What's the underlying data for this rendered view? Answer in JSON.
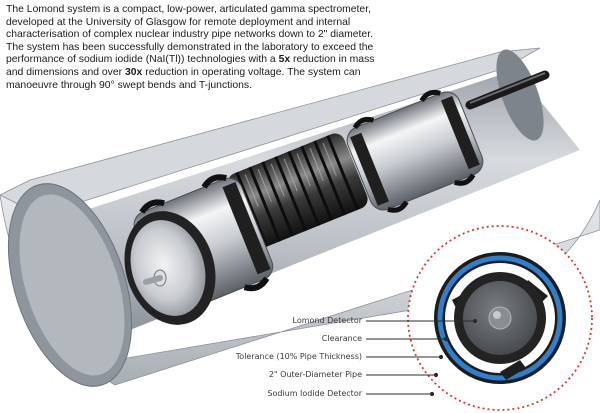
{
  "description": {
    "part1": "The Lomond system is a compact, low-power, articulated gamma spectrometer, developed at the University of Glasgow for remote deployment and internal characterisation of complex nuclear industry pipe networks down to 2\" diameter.  The system has been successfully demonstrated in the laboratory to exceed the performance of sodium iodide (NaI(Tl)) technologies with a ",
    "emph1": "5x",
    "part2": " reduction in mass and dimensions and over ",
    "emph2": "30x",
    "part3": " reduction in operating voltage.  The system can manoeuvre through 90° swept bends and T-junctions."
  },
  "callouts": [
    {
      "label": "Lomond Detector"
    },
    {
      "label": "Clearance"
    },
    {
      "label": "Tolerance (10% Pipe Thickness)"
    },
    {
      "label": "2\" Outer-Diameter Pipe"
    },
    {
      "label": "Sodium Iodide Detector"
    }
  ],
  "colors": {
    "pipe_ring": "#2d7fd0",
    "dotted_circle": "#d23a3a",
    "detector_dark": "#1e1e1e",
    "pipe_interior": "#c9cdd3"
  }
}
